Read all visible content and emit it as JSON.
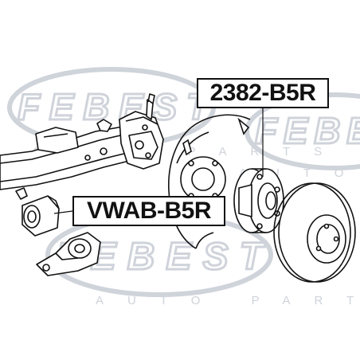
{
  "colors": {
    "line": "#111111",
    "watermark": "#cfd3da",
    "background": "#ffffff"
  },
  "watermark": {
    "brand": "FEBEST",
    "sub": "AUTO PARTS"
  },
  "labels": {
    "hub": "2382-B5R",
    "bushing": "VWAB-B5R"
  }
}
